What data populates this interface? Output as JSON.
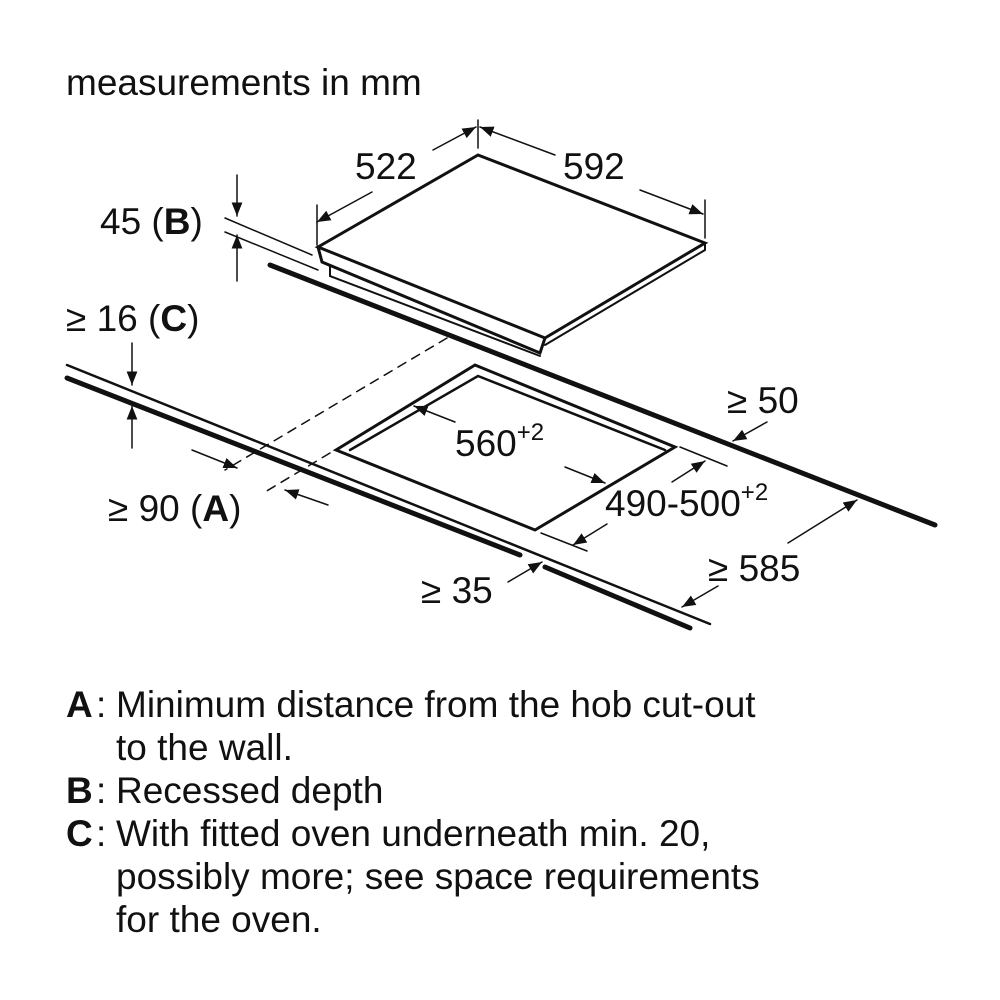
{
  "title": "measurements in mm",
  "hob": {
    "width": "522",
    "depth": "592",
    "recess": "45",
    "recess_ref": "B"
  },
  "worktop": {
    "min_thickness": "≥ 16",
    "thickness_ref": "C"
  },
  "cutout": {
    "width": "560",
    "width_tol": "+2",
    "depth": "490-500",
    "depth_tol": "+2"
  },
  "distances": {
    "wall": "≥ 90",
    "wall_ref": "A",
    "back": "≥ 50",
    "front": "≥ 35",
    "worktop_depth": "≥ 585"
  },
  "legend": [
    {
      "key": "A",
      "text_lines": [
        "Minimum distance from the hob cut-out",
        "to the wall."
      ]
    },
    {
      "key": "B",
      "text_lines": [
        "Recessed depth"
      ]
    },
    {
      "key": "C",
      "text_lines": [
        "With fitted oven underneath min. 20,",
        "possibly more; see space requirements",
        "for the oven."
      ]
    }
  ]
}
